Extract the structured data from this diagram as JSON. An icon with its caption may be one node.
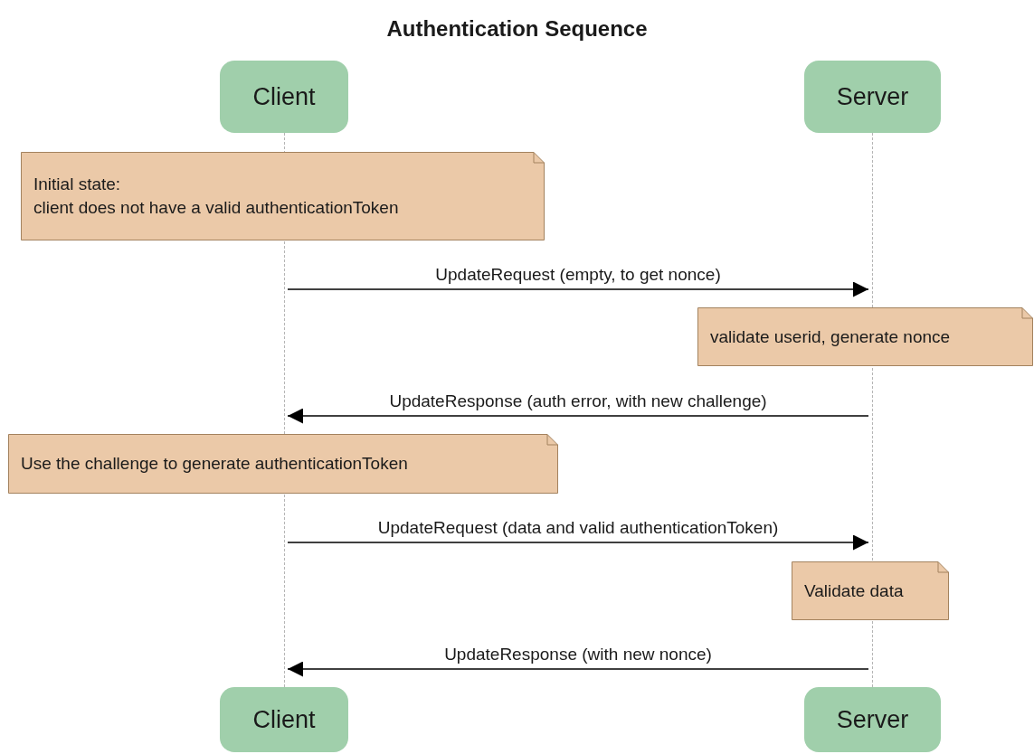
{
  "diagram": {
    "title": "Authentication Sequence",
    "nodes": [
      {
        "text": [
          "Client"
        ]
      },
      {
        "text": [
          "Server"
        ]
      },
      {
        "text": [],
        "shape": "line"
      },
      {
        "text": [],
        "shape": "line"
      },
      {
        "text": [
          "Initial state:",
          "client does not have a valid authenticationToken"
        ]
      },
      {
        "text": [
          "validate userid, generate nonce"
        ]
      },
      {
        "text": [
          "Use the challenge to generate authenticationToken"
        ]
      },
      {
        "text": [
          "Validate data"
        ]
      },
      {
        "text": [
          "Client"
        ]
      },
      {
        "text": [
          "Server"
        ]
      }
    ],
    "edges": [
      {
        "from": 2,
        "to": 3,
        "arrow": "to",
        "label": "UpdateRequest (empty, to get nonce)"
      },
      {
        "from": 3,
        "to": 2,
        "arrow": "to",
        "label": "UpdateResponse (auth error, with new challenge)"
      },
      {
        "from": 2,
        "to": 3,
        "arrow": "to",
        "label": "UpdateRequest (data and valid authenticationToken)"
      },
      {
        "from": 3,
        "to": 2,
        "arrow": "to",
        "label": "UpdateResponse (with new nonce)"
      }
    ]
  }
}
